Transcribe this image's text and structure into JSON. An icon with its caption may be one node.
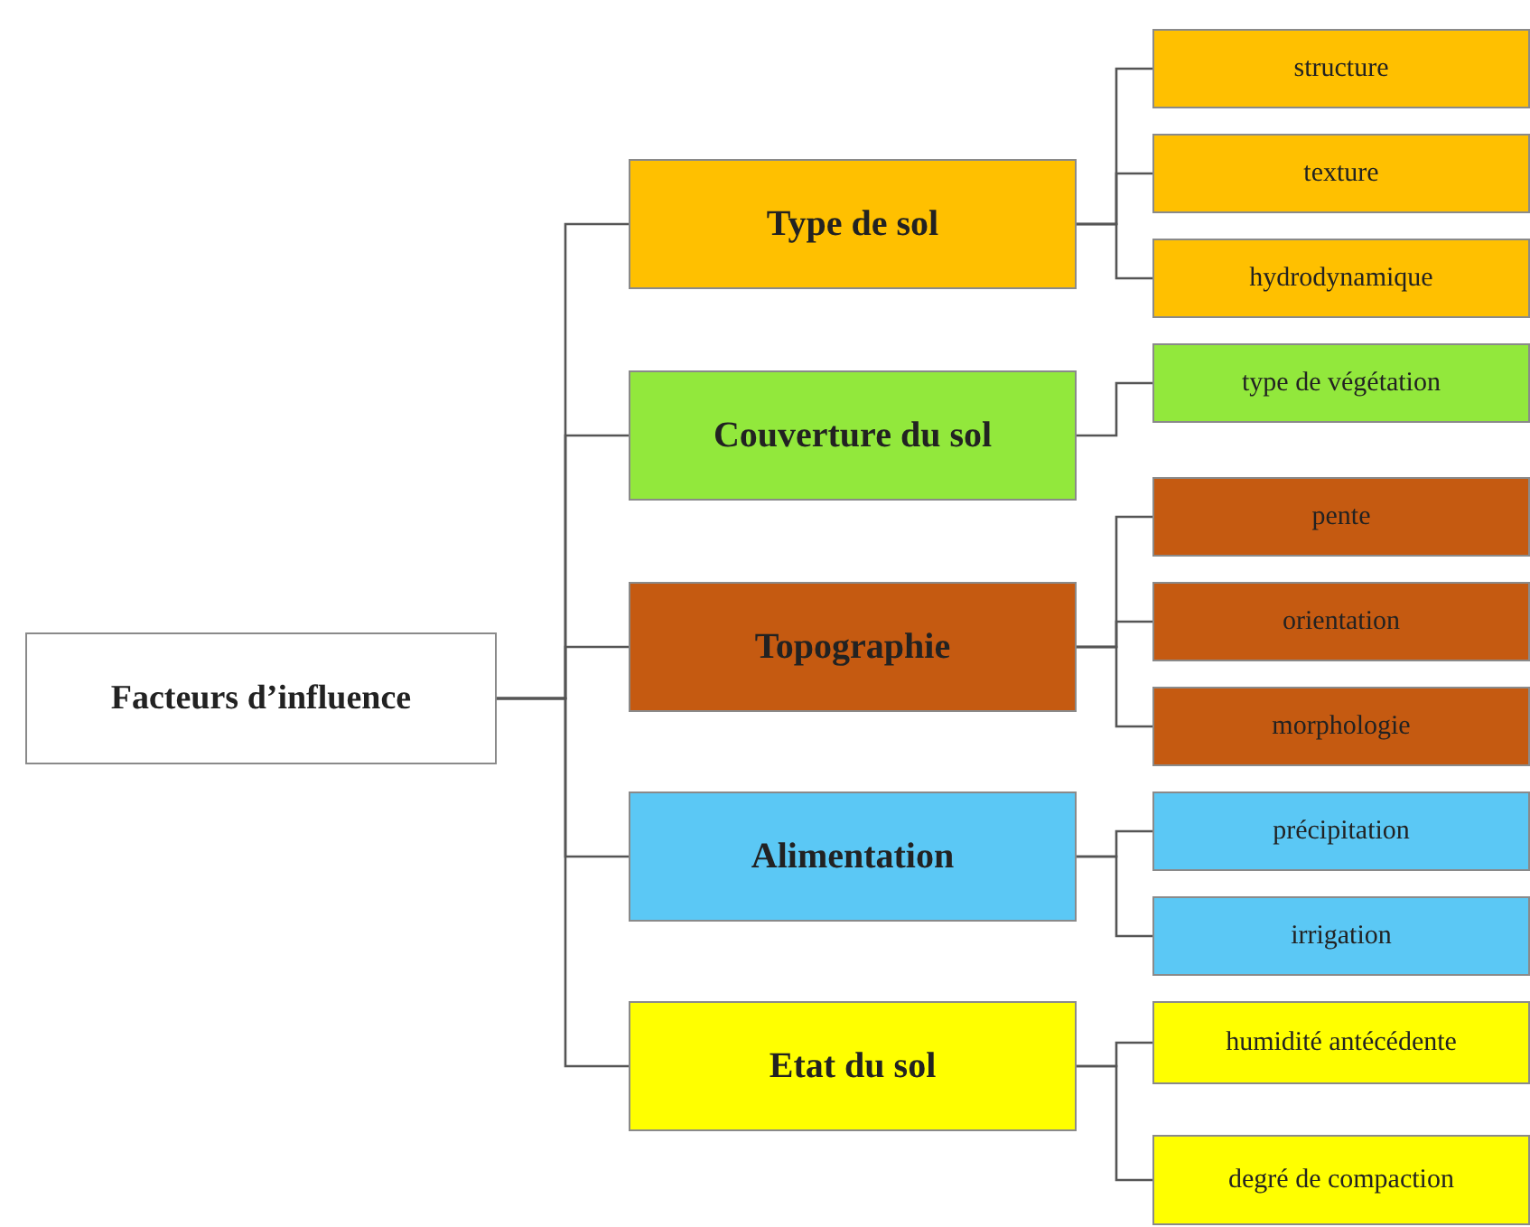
{
  "diagram": {
    "nodes": [
      {
        "text": [
          "Facteurs d’influence"
        ]
      },
      {
        "text": [
          "Type de sol"
        ]
      },
      {
        "text": [
          "structure"
        ]
      },
      {
        "text": [
          "texture"
        ]
      },
      {
        "text": [
          "hydrodynamique"
        ]
      },
      {
        "text": [
          "Couverture du sol"
        ]
      },
      {
        "text": [
          "type de végétation"
        ]
      },
      {
        "text": [
          "Topographie"
        ]
      },
      {
        "text": [
          "pente"
        ]
      },
      {
        "text": [
          "orientation"
        ]
      },
      {
        "text": [
          "morphologie"
        ]
      },
      {
        "text": [
          "Alimentation"
        ]
      },
      {
        "text": [
          "précipitation"
        ]
      },
      {
        "text": [
          "irrigation"
        ]
      },
      {
        "text": [
          "Etat du sol"
        ]
      },
      {
        "text": [
          "humidité antécédente"
        ]
      },
      {
        "text": [
          "degré de compaction"
        ]
      }
    ],
    "edges": [
      {
        "from": 0,
        "to": 1,
        "arrow": "none"
      },
      {
        "from": 0,
        "to": 5,
        "arrow": "none"
      },
      {
        "from": 0,
        "to": 7,
        "arrow": "none"
      },
      {
        "from": 0,
        "to": 11,
        "arrow": "none"
      },
      {
        "from": 0,
        "to": 14,
        "arrow": "none"
      },
      {
        "from": 1,
        "to": 2,
        "arrow": "none"
      },
      {
        "from": 1,
        "to": 3,
        "arrow": "none"
      },
      {
        "from": 1,
        "to": 4,
        "arrow": "none"
      },
      {
        "from": 5,
        "to": 6,
        "arrow": "none"
      },
      {
        "from": 7,
        "to": 8,
        "arrow": "none"
      },
      {
        "from": 7,
        "to": 9,
        "arrow": "none"
      },
      {
        "from": 7,
        "to": 10,
        "arrow": "none"
      },
      {
        "from": 11,
        "to": 12,
        "arrow": "none"
      },
      {
        "from": 11,
        "to": 13,
        "arrow": "none"
      },
      {
        "from": 14,
        "to": 15,
        "arrow": "none"
      },
      {
        "from": 14,
        "to": 16,
        "arrow": "none"
      }
    ]
  }
}
